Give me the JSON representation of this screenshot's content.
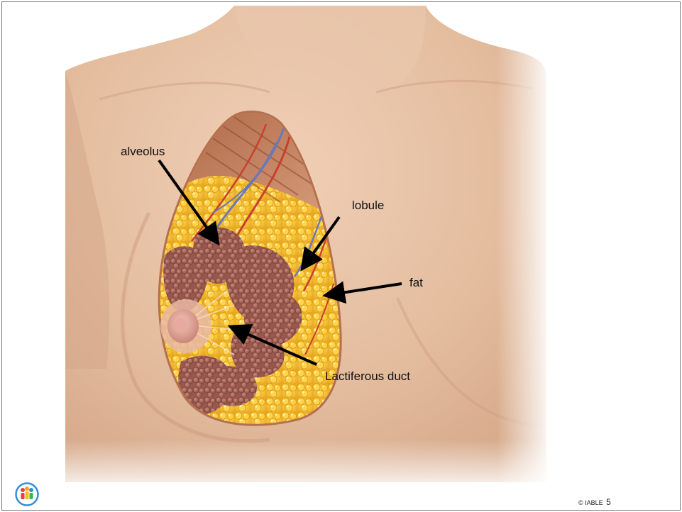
{
  "labels": {
    "alveolus": "alveolus",
    "lobule": "lobule",
    "fat": "fat",
    "duct": "Lactiferous duct"
  },
  "footer": {
    "copyright": "© IABLE",
    "slide_number": "5"
  },
  "colors": {
    "skin": "#e8c3a8",
    "fat": "#f4c23a",
    "lobules": "#a8675a",
    "artery": "#c8402f",
    "vein": "#6a78b8",
    "arrow": "#000000"
  },
  "logo_icon": "people-logo-icon"
}
